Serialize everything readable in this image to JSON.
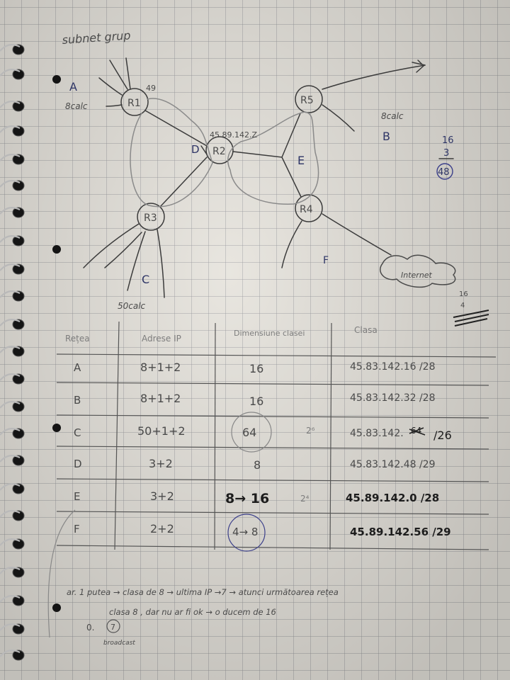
{
  "title": "subnet grup",
  "diagram": {
    "routers": [
      "R1",
      "R2",
      "R3",
      "R4",
      "R5"
    ],
    "r1_note": "49",
    "r2_address": "45.89.142.Z",
    "networks": {
      "A": {
        "letter": "A",
        "note": "8calc"
      },
      "B": {
        "letter": "B",
        "note": "8calc"
      },
      "C": {
        "letter": "C",
        "note": "50calc"
      },
      "D": {
        "letter": "D"
      },
      "E": {
        "letter": "E"
      },
      "F": {
        "letter": "F"
      }
    },
    "cloud_label": "Internet",
    "side_calc": [
      "16",
      "3",
      "48"
    ],
    "bottom_calc": [
      "16",
      "4"
    ]
  },
  "table": {
    "headers": [
      "Rețea",
      "Adrese IP",
      "Dimensiune clasei",
      "Clasa"
    ],
    "rows": [
      {
        "net": "A",
        "ips": "8+1+2",
        "size": "16",
        "class": "45.83.142.16 /28"
      },
      {
        "net": "B",
        "ips": "8+1+2",
        "size": "16",
        "class": "45.83.142.32 /28"
      },
      {
        "net": "C",
        "ips": "50+1+2",
        "size": "64",
        "class": "45.83.142.",
        "class_strike": "64",
        "class_suffix": "/26",
        "side": "2⁶"
      },
      {
        "net": "D",
        "ips": "3+2",
        "size": "8",
        "class": "45.83.142.48 /29"
      },
      {
        "net": "E",
        "ips": "3+2",
        "size": "8→ 16",
        "class": "45.89.142.0 /28",
        "side": "2⁴"
      },
      {
        "net": "F",
        "ips": "2+2",
        "size": "4→ 8",
        "class": "45.89.142.56 /29"
      }
    ]
  },
  "notes": {
    "line1_prefix": "ar.",
    "line1": "ar. 1 putea → clasa de 8 → ultima IP →7 → atunci următoarea rețea",
    "line2": "clasa 8  , dar nu ar fi ok → o ducem de 16",
    "line3_prefix": "0.",
    "line3_circled": "7",
    "line3_label": "broadcast"
  }
}
